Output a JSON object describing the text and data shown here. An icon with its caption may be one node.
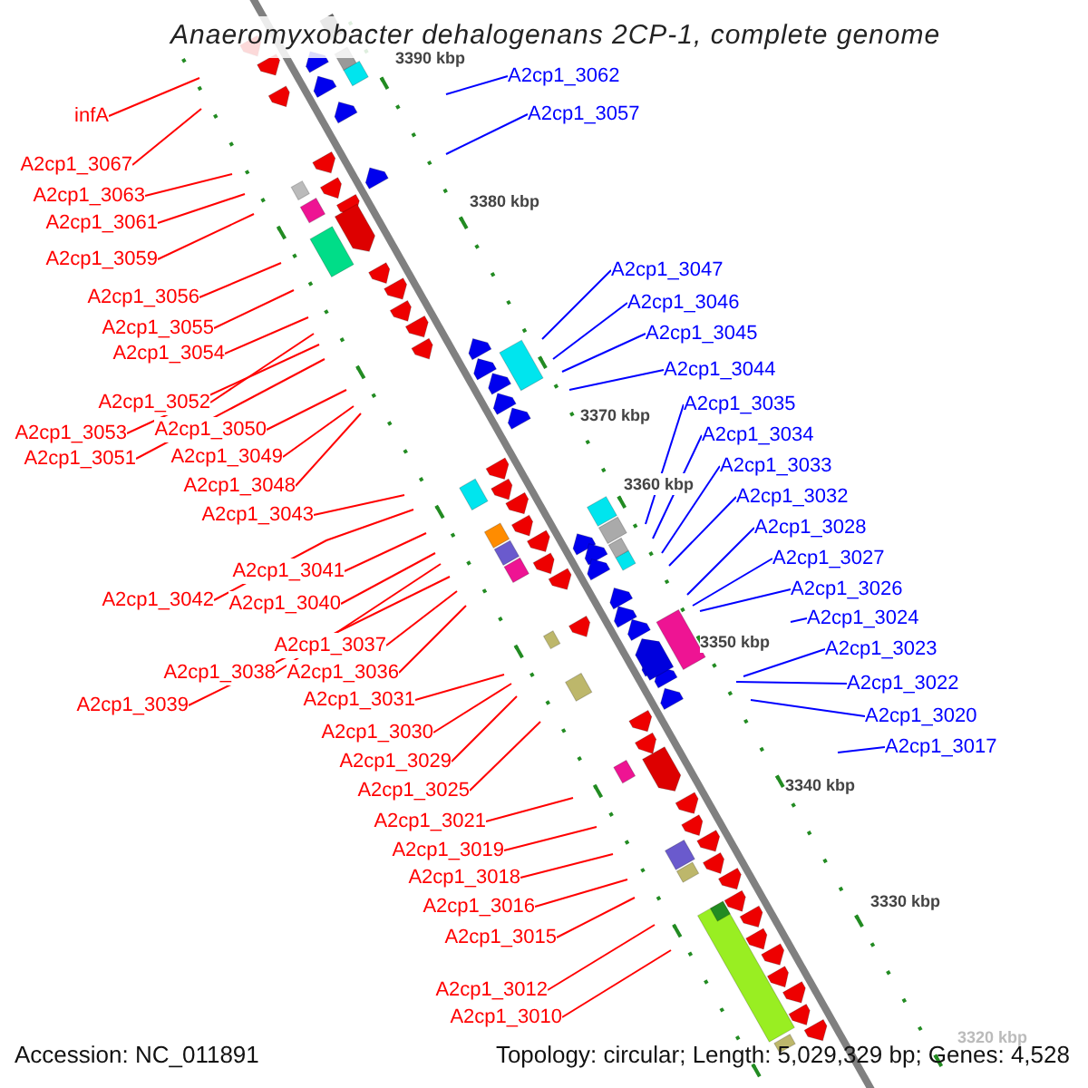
{
  "diagram": {
    "title": "Anaeromyxobacter dehalogenans 2CP-1, complete genome",
    "nodes": [
      {
        "text": [
          "infA"
        ]
      },
      {
        "text": [
          "A2cp1_3067"
        ]
      },
      {
        "text": [
          "A2cp1_3063"
        ]
      },
      {
        "text": [
          "A2cp1_3061"
        ]
      },
      {
        "text": [
          "A2cp1_3059"
        ]
      },
      {
        "text": [
          "A2cp1_3056"
        ]
      },
      {
        "text": [
          "A2cp1_3055"
        ]
      },
      {
        "text": [
          "A2cp1_3054"
        ]
      },
      {
        "text": [
          "A2cp1_3052"
        ]
      },
      {
        "text": [
          "A2cp1_3053"
        ]
      },
      {
        "text": [
          "A2cp1_3050"
        ]
      },
      {
        "text": [
          "A2cp1_3051"
        ]
      },
      {
        "text": [
          "A2cp1_3049"
        ]
      },
      {
        "text": [
          "A2cp1_3048"
        ]
      },
      {
        "text": [
          "A2cp1_3043"
        ]
      },
      {
        "text": [
          "A2cp1_3041"
        ]
      },
      {
        "text": [
          "A2cp1_3042"
        ]
      },
      {
        "text": [
          "A2cp1_3040"
        ]
      },
      {
        "text": [
          "A2cp1_3037"
        ]
      },
      {
        "text": [
          "A2cp1_3038"
        ]
      },
      {
        "text": [
          "A2cp1_3036"
        ]
      },
      {
        "text": [
          "A2cp1_3039"
        ]
      },
      {
        "text": [
          "A2cp1_3031"
        ]
      },
      {
        "text": [
          "A2cp1_3030"
        ]
      },
      {
        "text": [
          "A2cp1_3029"
        ]
      },
      {
        "text": [
          "A2cp1_3025"
        ]
      },
      {
        "text": [
          "A2cp1_3021"
        ]
      },
      {
        "text": [
          "A2cp1_3019"
        ]
      },
      {
        "text": [
          "A2cp1_3018"
        ]
      },
      {
        "text": [
          "A2cp1_3016"
        ]
      },
      {
        "text": [
          "A2cp1_3015"
        ]
      },
      {
        "text": [
          "A2cp1_3012"
        ]
      },
      {
        "text": [
          "A2cp1_3010"
        ]
      },
      {
        "text": [
          "A2cp1_3062"
        ]
      },
      {
        "text": [
          "A2cp1_3057"
        ]
      },
      {
        "text": [
          "A2cp1_3047"
        ]
      },
      {
        "text": [
          "A2cp1_3046"
        ]
      },
      {
        "text": [
          "A2cp1_3045"
        ]
      },
      {
        "text": [
          "A2cp1_3044"
        ]
      },
      {
        "text": [
          "A2cp1_3035"
        ]
      },
      {
        "text": [
          "A2cp1_3034"
        ]
      },
      {
        "text": [
          "A2cp1_3033"
        ]
      },
      {
        "text": [
          "A2cp1_3032"
        ]
      },
      {
        "text": [
          "A2cp1_3028"
        ]
      },
      {
        "text": [
          "A2cp1_3027"
        ]
      },
      {
        "text": [
          "A2cp1_3026"
        ]
      },
      {
        "text": [
          "A2cp1_3024"
        ]
      },
      {
        "text": [
          "A2cp1_3023"
        ]
      },
      {
        "text": [
          "A2cp1_3022"
        ]
      },
      {
        "text": [
          "A2cp1_3020"
        ]
      },
      {
        "text": [
          "A2cp1_3017"
        ]
      }
    ],
    "edges": [
      {
        "from": 0,
        "to": null,
        "arrow": "none"
      },
      {
        "from": 1,
        "to": null,
        "arrow": "none"
      },
      {
        "from": 2,
        "to": null,
        "arrow": "none"
      },
      {
        "from": 3,
        "to": null,
        "arrow": "none"
      },
      {
        "from": 4,
        "to": null,
        "arrow": "none"
      },
      {
        "from": 5,
        "to": null,
        "arrow": "none"
      },
      {
        "from": 6,
        "to": null,
        "arrow": "none"
      },
      {
        "from": 7,
        "to": null,
        "arrow": "none"
      },
      {
        "from": 8,
        "to": null,
        "arrow": "none"
      },
      {
        "from": 9,
        "to": null,
        "arrow": "none"
      },
      {
        "from": 10,
        "to": null,
        "arrow": "none"
      },
      {
        "from": 11,
        "to": null,
        "arrow": "none"
      },
      {
        "from": 12,
        "to": null,
        "arrow": "none"
      },
      {
        "from": 13,
        "to": null,
        "arrow": "none"
      },
      {
        "from": 14,
        "to": null,
        "arrow": "none"
      },
      {
        "from": 15,
        "to": null,
        "arrow": "none"
      },
      {
        "from": 16,
        "to": null,
        "arrow": "none"
      },
      {
        "from": 17,
        "to": null,
        "arrow": "none"
      },
      {
        "from": 18,
        "to": null,
        "arrow": "none"
      },
      {
        "from": 19,
        "to": null,
        "arrow": "none"
      },
      {
        "from": 20,
        "to": null,
        "arrow": "none"
      },
      {
        "from": 21,
        "to": null,
        "arrow": "none"
      },
      {
        "from": 22,
        "to": null,
        "arrow": "none"
      },
      {
        "from": 23,
        "to": null,
        "arrow": "none"
      },
      {
        "from": 24,
        "to": null,
        "arrow": "none"
      },
      {
        "from": 25,
        "to": null,
        "arrow": "none"
      },
      {
        "from": 26,
        "to": null,
        "arrow": "none"
      },
      {
        "from": 27,
        "to": null,
        "arrow": "none"
      },
      {
        "from": 28,
        "to": null,
        "arrow": "none"
      },
      {
        "from": 29,
        "to": null,
        "arrow": "none"
      },
      {
        "from": 30,
        "to": null,
        "arrow": "none"
      },
      {
        "from": 31,
        "to": null,
        "arrow": "none"
      },
      {
        "from": 32,
        "to": null,
        "arrow": "none"
      },
      {
        "from": 33,
        "to": null,
        "arrow": "none",
        "color": "#0000ff"
      },
      {
        "from": 34,
        "to": null,
        "arrow": "none",
        "color": "#0000ff"
      },
      {
        "from": 35,
        "to": null,
        "arrow": "none",
        "color": "#0000ff"
      },
      {
        "from": 36,
        "to": null,
        "arrow": "none",
        "color": "#0000ff"
      },
      {
        "from": 37,
        "to": null,
        "arrow": "none",
        "color": "#0000ff"
      },
      {
        "from": 38,
        "to": null,
        "arrow": "none",
        "color": "#0000ff"
      },
      {
        "from": 39,
        "to": null,
        "arrow": "none",
        "color": "#0000ff"
      },
      {
        "from": 40,
        "to": null,
        "arrow": "none",
        "color": "#0000ff"
      },
      {
        "from": 41,
        "to": null,
        "arrow": "none",
        "color": "#0000ff"
      },
      {
        "from": 42,
        "to": null,
        "arrow": "none",
        "color": "#0000ff"
      },
      {
        "from": 43,
        "to": null,
        "arrow": "none",
        "color": "#0000ff"
      },
      {
        "from": 44,
        "to": null,
        "arrow": "none",
        "color": "#0000ff"
      },
      {
        "from": 45,
        "to": null,
        "arrow": "none",
        "color": "#0000ff"
      },
      {
        "from": 46,
        "to": null,
        "arrow": "none",
        "color": "#0000ff"
      },
      {
        "from": 47,
        "to": null,
        "arrow": "none",
        "color": "#0000ff"
      },
      {
        "from": 48,
        "to": null,
        "arrow": "none",
        "color": "#0000ff"
      },
      {
        "from": 49,
        "to": null,
        "arrow": "none",
        "color": "#0000ff"
      },
      {
        "from": 50,
        "to": null,
        "arrow": "none",
        "color": "#0000ff"
      }
    ],
    "labels": [
      "3390 kbp",
      "3380 kbp",
      "3370 kbp",
      "3360 kbp",
      "3350 kbp",
      "3340 kbp",
      "3330 kbp",
      "3320 kbp",
      "Accession: NC_011891",
      "Topology: circular; Length: 5,029,329 bp; Genes: 4,528"
    ]
  }
}
